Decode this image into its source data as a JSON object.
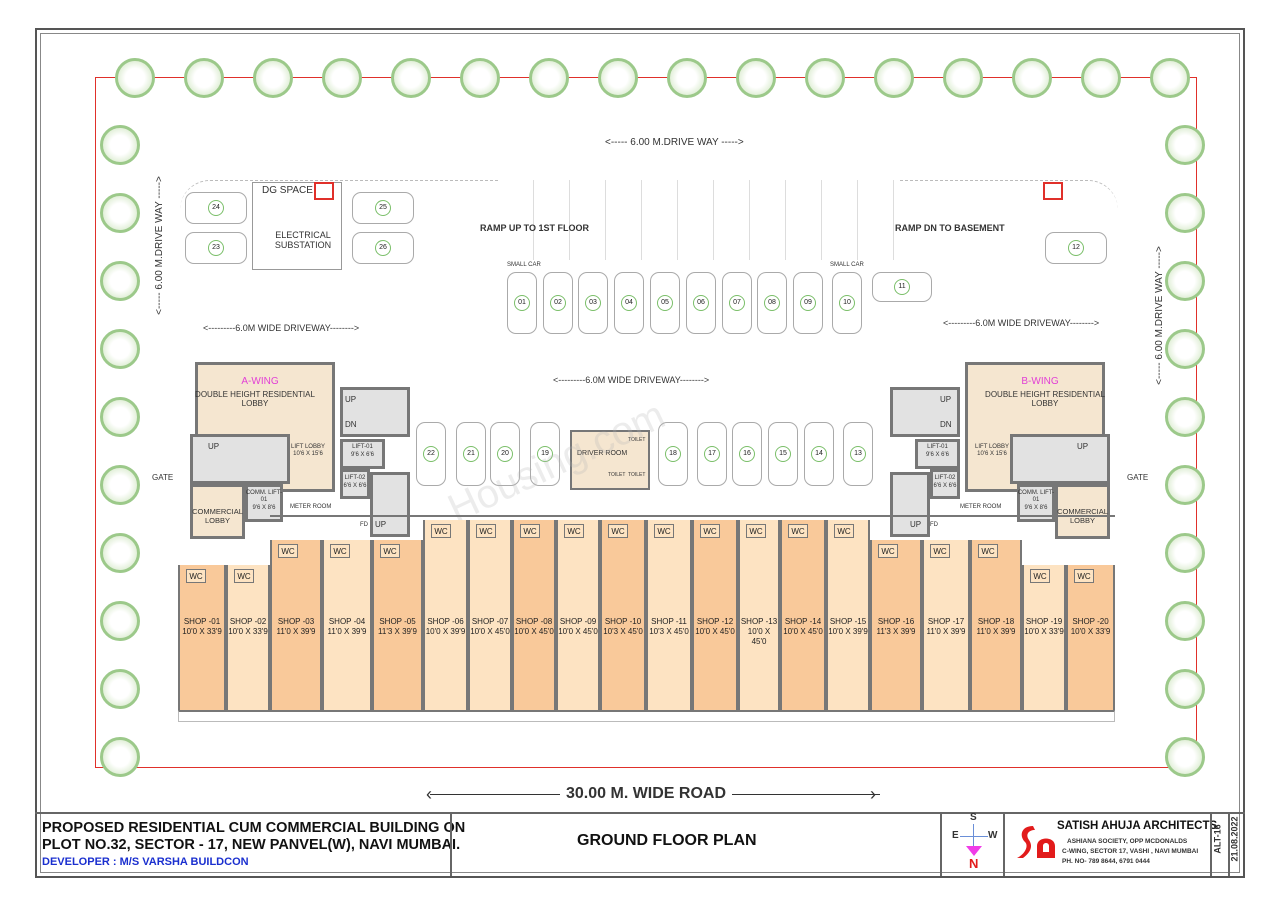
{
  "plan": {
    "drive_top": "<----- 6.00 M.DRIVE WAY ----->",
    "drive_left": "<----- 6.00 M.DRIVE WAY ----->",
    "drive_right": "<----- 6.00 M.DRIVE WAY ----->",
    "driveway_left": "<---------6.0M WIDE DRIVEWAY-------->",
    "driveway_right": "<---------6.0M WIDE DRIVEWAY-------->",
    "driveway_center": "<---------6.0M WIDE DRIVEWAY-------->",
    "ramp_up": "RAMP UP TO 1ST FLOOR",
    "ramp_dn": "RAMP DN TO BASEMENT",
    "dg_space": "DG SPACE",
    "substation": "ELECTRICAL SUBSTATION",
    "small_car": "SMALL CAR",
    "gate": "GATE",
    "driver_room": "DRIVER ROOM",
    "toilet": "TOILET",
    "wc": "WC",
    "road": "30.00 M. WIDE ROAD",
    "watermark": "Housing.com"
  },
  "top_cars": [
    "01",
    "02",
    "03",
    "04",
    "05",
    "06",
    "07",
    "08",
    "09",
    "10"
  ],
  "mid_cars": [
    "22",
    "21",
    "20",
    "19",
    "18",
    "17",
    "16",
    "15",
    "14",
    "13"
  ],
  "corner_cars": [
    "24",
    "25",
    "23",
    "26",
    "12",
    "11"
  ],
  "wings": [
    {
      "name": "A-WING",
      "lobby": "DOUBLE HEIGHT RESIDENTIAL LOBBY",
      "lift_lobby": "LIFT LOBBY",
      "lift_lobby_size": "10'6 X 15'6",
      "lift1": "LIFT-01",
      "lift1_size": "9'6 X 6'6",
      "lift2": "LIFT-02",
      "lift2_size": "6'6 X 6'6",
      "comm_lift": "COMM. LIFT-01",
      "comm_lift_size": "9'6 X 8'6",
      "comm_lobby": "COMMERCIAL LOBBY",
      "meter": "METER ROOM",
      "fd": "FD",
      "up": "UP",
      "dn": "DN"
    },
    {
      "name": "B-WING",
      "lobby": "DOUBLE HEIGHT RESIDENTIAL LOBBY",
      "lift_lobby": "LIFT LOBBY",
      "lift_lobby_size": "10'6 X 15'6",
      "lift1": "LIFT-01",
      "lift1_size": "9'6 X 6'6",
      "lift2": "LIFT-02",
      "lift2_size": "6'6 X 6'6",
      "comm_lift": "COMM. LIFT-01",
      "comm_lift_size": "9'6 X 8'6",
      "comm_lobby": "COMMERCIAL LOBBY",
      "meter": "METER ROOM",
      "fd": "FD",
      "up": "UP",
      "dn": "DN"
    }
  ],
  "shops": [
    {
      "name": "SHOP -01",
      "size": "10'0 X 33'9"
    },
    {
      "name": "SHOP -02",
      "size": "10'0 X 33'9"
    },
    {
      "name": "SHOP -03",
      "size": "11'0 X 39'9"
    },
    {
      "name": "SHOP -04",
      "size": "11'0 X 39'9"
    },
    {
      "name": "SHOP -05",
      "size": "11'3 X 39'9"
    },
    {
      "name": "SHOP -06",
      "size": "10'0 X 39'9"
    },
    {
      "name": "SHOP -07",
      "size": "10'0 X 45'0"
    },
    {
      "name": "SHOP -08",
      "size": "10'0 X 45'0"
    },
    {
      "name": "SHOP -09",
      "size": "10'0 X 45'0"
    },
    {
      "name": "SHOP -10",
      "size": "10'3 X 45'0"
    },
    {
      "name": "SHOP -11",
      "size": "10'3 X 45'0"
    },
    {
      "name": "SHOP -12",
      "size": "10'0 X 45'0"
    },
    {
      "name": "SHOP -13",
      "size": "10'0 X 45'0"
    },
    {
      "name": "SHOP -14",
      "size": "10'0 X 45'0"
    },
    {
      "name": "SHOP -15",
      "size": "10'0 X 39'9"
    },
    {
      "name": "SHOP -16",
      "size": "11'3 X 39'9"
    },
    {
      "name": "SHOP -17",
      "size": "11'0 X 39'9"
    },
    {
      "name": "SHOP -18",
      "size": "11'0 X 39'9"
    },
    {
      "name": "SHOP -19",
      "size": "10'0 X 33'9"
    },
    {
      "name": "SHOP -20",
      "size": "10'0 X 33'9"
    }
  ],
  "title_block": {
    "project_line1": "PROPOSED RESIDENTIAL CUM COMMERCIAL BUILDING ON",
    "project_line2": "PLOT NO.32, SECTOR - 17, NEW PANVEL(W), NAVI MUMBAI.",
    "developer": "DEVELOPER : M/S VARSHA BUILDCON",
    "drawing_title": "GROUND FLOOR PLAN",
    "compass": {
      "s": "S",
      "e": "E",
      "w": "W",
      "n": "N"
    },
    "firm": "SATISH AHUJA ARCHITECTS",
    "address1": "ASHIANA SOCIETY, OPP MCDONALDS",
    "address2": "C-WING, SECTOR 17, VASHI , NAVI MUMBAI",
    "phone": "PH. NO- 789 8644, 6791 0444",
    "logo_text": "sa",
    "drawing_no": "ALT-16",
    "date": "21.08.2022"
  },
  "colors": {
    "boundary": "#e0302a",
    "shop_dark": "#f9c99a",
    "shop_light": "#fde3c2",
    "lobby": "#f5e6d0",
    "wing_label": "#e23fd6",
    "developer": "#1a2fcf",
    "logo": "#e21b1b",
    "compass_arrow": "#f03ce8"
  }
}
